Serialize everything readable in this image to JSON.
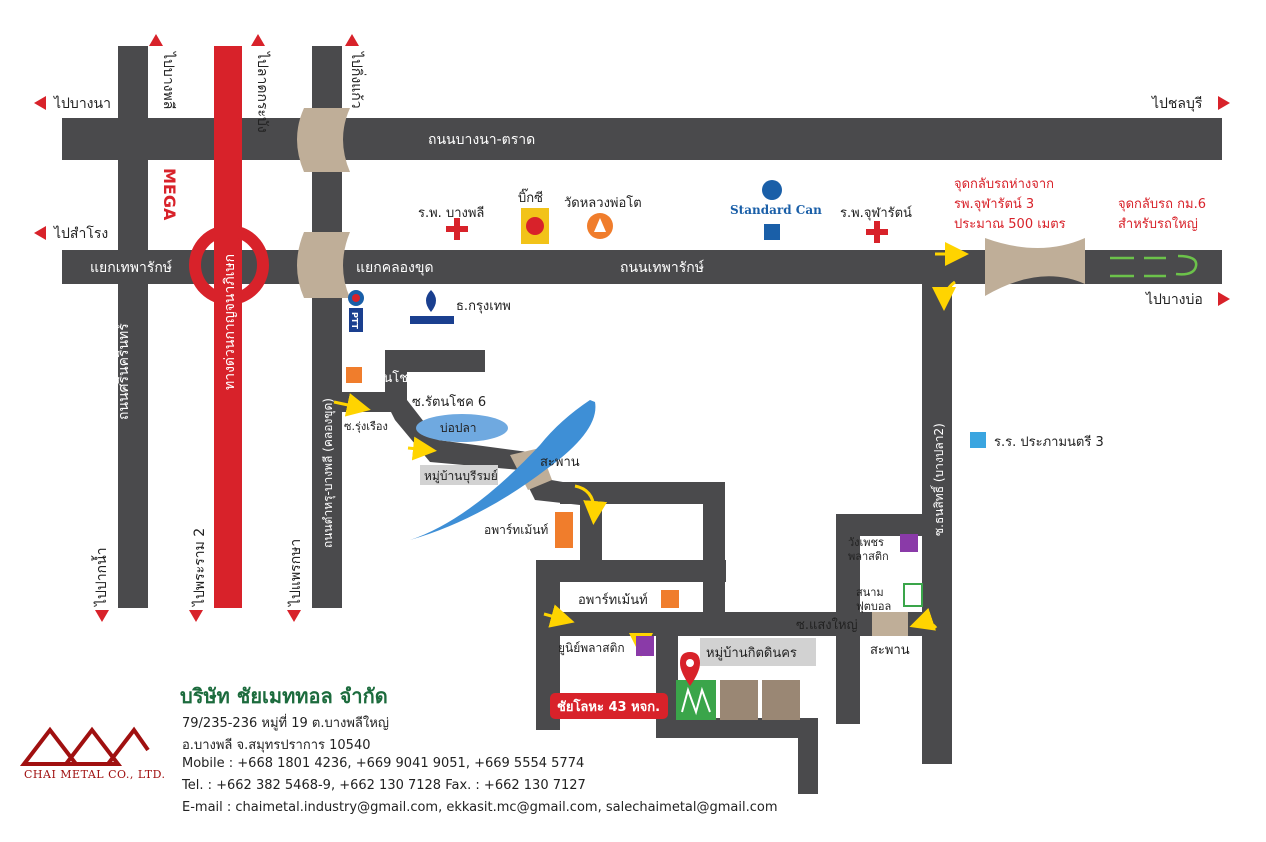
{
  "directions": {
    "bangna": "ไปบางนา",
    "chonburi": "ไปชลบุรี",
    "samrong": "ไปสำโรง",
    "bangbo": "ไปบางบ่อ",
    "bangphli_up": "ไปบางพลี",
    "lat_krabang": "ไปลาดกระบัง",
    "king_kaew": "ไปกิ่งแก้ว",
    "pak_nam": "ไปปากน้ำ",
    "rama2": "ไปพระราม 2",
    "phraeksa": "ไปแพรกษา"
  },
  "roads": {
    "bangna_trat": "ถนนบางนา-ตราด",
    "thepharak": "ถนนเทพารักษ์",
    "sri_nakharin": "ถนนศรีนครินทร์",
    "expressway": "ทางด่วนกาญจนาภิเษก",
    "bangphli_road": "ถนนตำหรุ-บางพลี (คลองขุด)",
    "thanasit": "ซ.ธนสิทธิ์ (บางปลา2)",
    "sang_yai": "ซ.แสงใหญ่",
    "rattanachok6": "ซ.รัตนโชค 6",
    "rung_rueang": "ซ.รุ่งเรือง"
  },
  "junctions": {
    "thepharak_jct": "แยกเทพารักษ์",
    "khlong_khut_jct": "แยกคลองขุด"
  },
  "landmarks": {
    "mega": "MEGA",
    "hospital_bangphli": "ร.พ. บางพลี",
    "bigc": "บิ๊กซี",
    "wat": "วัดหลวงพ่อโต",
    "standard_can": "Standard Can",
    "hospital_chularat": "ร.พ.จุฬารัตน์",
    "uturn1": [
      "จุดกลับรถห่างจาก",
      "รพ.จุฬารัตน์ 3",
      "ประมาณ 500 เมตร"
    ],
    "uturn2": [
      "จุดกลับรถ กม.6",
      "สำหรับรถใหญ่"
    ],
    "ptt": "PTT",
    "bangkok_bank": "ธ.กรุงเทพ",
    "rattanachok_plaza": "รัตนโชคพลาซ่า",
    "pond": "บ่อปลา",
    "bridge1": "สะพาน",
    "bridge2": "สะพาน",
    "village_burirom": "หมู่บ้านบุรีรมย์",
    "apartment1": "อพาร์ทเม้นท์",
    "apartment2": "อพาร์ทเม้นท์",
    "school": "ร.ร. ประภามนตรี 3",
    "wangphet": "วังเพชร\nพลาสติก",
    "stadium": "สนาม\nฟุตบอล",
    "uni_plastic": "ยูนิย์พลาสติก",
    "village_kitdinakorn": "หมู่บ้านกิตดินคร",
    "target": "ชัยโลหะ 43 หจก."
  },
  "company": {
    "name": "บริษัท ชัยเมททอล จำกัด",
    "logo_text": "CHAI METAL CO., LTD.",
    "address1": "79/235-236 หมู่ที่ 19 ต.บางพลีใหญ่",
    "address2": "อ.บางพลี จ.สมุทรปราการ 10540",
    "mobile": "Mobile : +668 1801 4236, +669 9041 9051, +669 5554 5774",
    "tel": "Tel. : +662 382 5468-9, +662 130 7128   Fax. : +662 130 7127",
    "email": "E-mail : chaimetal.industry@gmail.com, ekkasit.mc@gmail.com, salechaimetal@gmail.com"
  },
  "colors": {
    "road": "#4a4a4c",
    "expressway": "#d8222a",
    "arrow": "#d8222a",
    "flow_arrow": "#ffd400",
    "river": "#3e8fd6",
    "title_green": "#1c6b3d",
    "uturn_text": "#d8222a"
  }
}
